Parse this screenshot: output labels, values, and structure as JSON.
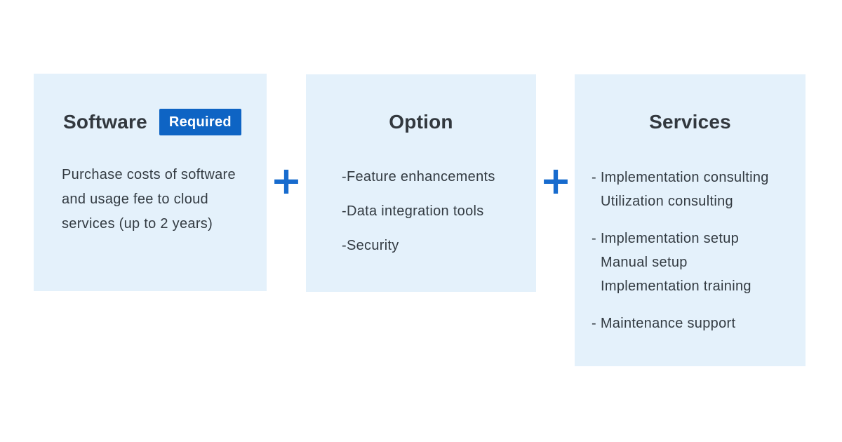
{
  "diagram": {
    "description": "Pricing composition diagram: Software plus Option plus Services",
    "colors": {
      "panel_bg": "#e4f1fb",
      "heading_text": "#32383e",
      "body_text": "#333b42",
      "badge_bg": "#0e64c4",
      "badge_text": "#ffffff",
      "plus_sign": "#176bce",
      "page_bg": "#ffffff"
    },
    "boxes": {
      "software": {
        "title": "Software",
        "badge": "Required",
        "lines": [
          "Purchase costs of software",
          "and usage fee to cloud",
          "services (up to 2 years)"
        ]
      },
      "option": {
        "title": "Option",
        "items": [
          "-Feature enhancements",
          "-Data integration tools",
          "-Security"
        ]
      },
      "services": {
        "title": "Services",
        "groups": [
          {
            "lines": [
              "- Implementation consulting",
              "Utilization consulting"
            ]
          },
          {
            "lines": [
              "- Implementation setup",
              "Manual setup",
              "Implementation training"
            ]
          },
          {
            "lines": [
              "- Maintenance support"
            ]
          }
        ]
      }
    },
    "operators": {
      "plus1": "+",
      "plus2": "+"
    }
  }
}
